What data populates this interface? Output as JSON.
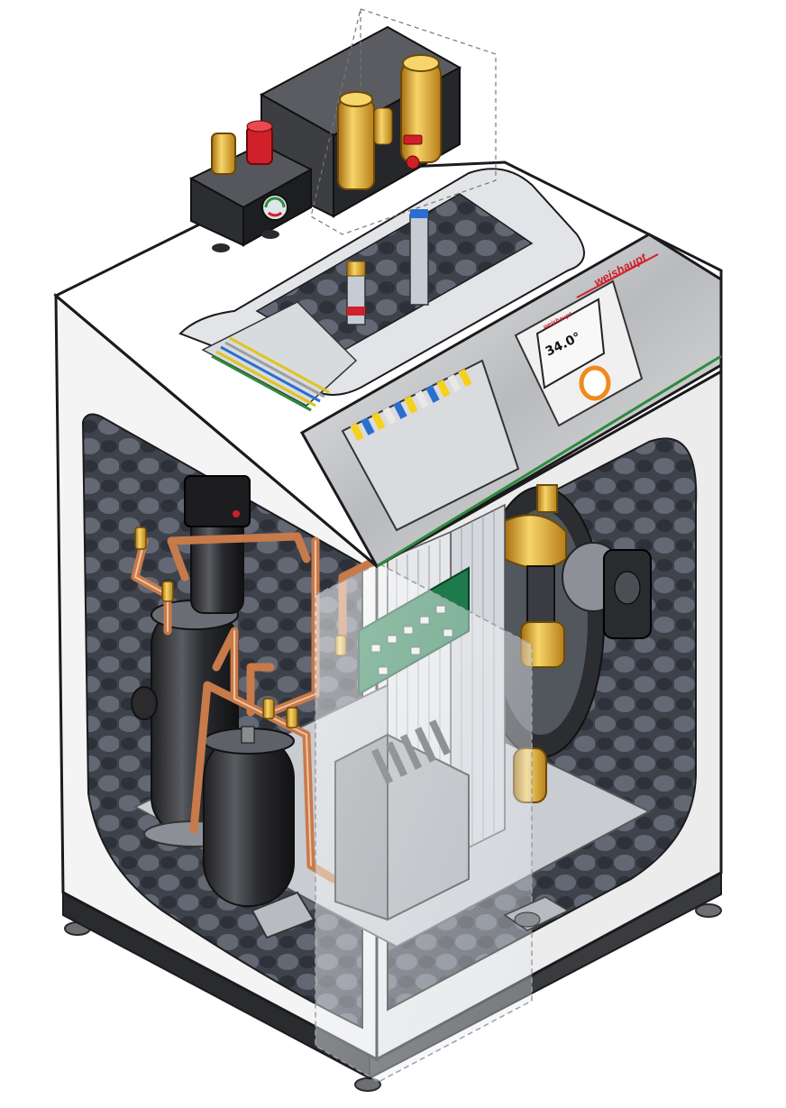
{
  "image": {
    "subject": "Cutaway illustration of a heat pump unit",
    "brand_label": "weishaupt",
    "controller": {
      "brand": "weishaupt",
      "display_value": "34.0°"
    },
    "colors": {
      "casing": "#f4f4f4",
      "insulation": "#4a4e57",
      "copper": "#c77a4a",
      "brass": "#e0a92a",
      "accent_green": "#2e8b3e",
      "brand_red": "#d0202a",
      "knob_orange": "#f08a1c"
    }
  }
}
